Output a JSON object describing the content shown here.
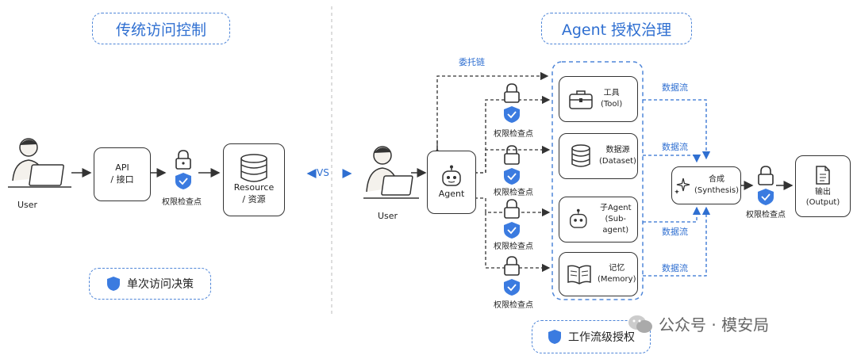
{
  "left": {
    "title": "传统访问控制",
    "user_label": "User",
    "api_line1": "API",
    "api_line2": "/ 接口",
    "checkpoint_label": "权限检查点",
    "resource_line1": "Resource",
    "resource_line2": "/ 资源",
    "footer": "单次访问决策"
  },
  "vs_label": "VS",
  "right": {
    "title": "Agent 授权治理",
    "delegation_label": "委托链",
    "user_label": "User",
    "agent_label": "Agent",
    "checkpoint_label": "权限检查点",
    "dataflow_label": "数据流",
    "tool_cn": "工具",
    "tool_en": "(Tool)",
    "dataset_cn": "数据源",
    "dataset_en": "(Dataset)",
    "subagent_cn": "子Agent",
    "subagent_en": "(Sub-agent)",
    "memory_cn": "记忆",
    "memory_en": "(Memory)",
    "synthesis_cn": "合成",
    "synthesis_en": "(Synthesis)",
    "output_cn": "输出",
    "output_en": "(Output)",
    "footer": "工作流级授权"
  },
  "watermark": "公众号 · 模安局",
  "colors": {
    "accent": "#2f6fd1",
    "shield": "#3b7be0",
    "line": "#333333"
  }
}
